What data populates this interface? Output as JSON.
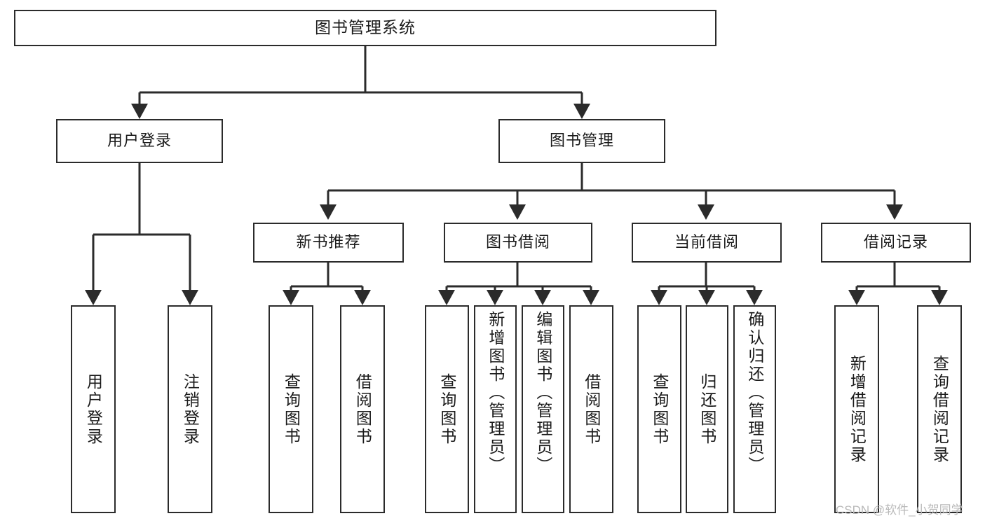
{
  "diagram": {
    "type": "tree",
    "title": "图书管理系统",
    "root": {
      "label": "图书管理系统"
    },
    "level2": [
      {
        "label": "用户登录"
      },
      {
        "label": "图书管理"
      }
    ],
    "level3": [
      {
        "label": "新书推荐",
        "parent": "图书管理"
      },
      {
        "label": "图书借阅",
        "parent": "图书管理"
      },
      {
        "label": "当前借阅",
        "parent": "图书管理"
      },
      {
        "label": "借阅记录",
        "parent": "图书管理"
      }
    ],
    "leaves_user_login": [
      {
        "label": "用户登录"
      },
      {
        "label": "注销登录"
      }
    ],
    "leaves_new_book": [
      {
        "label": "查询图书"
      },
      {
        "label": "借阅图书"
      }
    ],
    "leaves_borrow": [
      {
        "label": "查询图书"
      },
      {
        "label": "新增图书（管理员）"
      },
      {
        "label": "编辑图书（管理员）"
      },
      {
        "label": "借阅图书"
      }
    ],
    "leaves_current": [
      {
        "label": "查询图书"
      },
      {
        "label": "归还图书"
      },
      {
        "label": "确认归还（管理员）"
      }
    ],
    "leaves_records": [
      {
        "label": "新增借阅记录"
      },
      {
        "label": "查询借阅记录"
      }
    ]
  },
  "watermark": {
    "text": "CSDN @软件_小贺同学"
  },
  "colors": {
    "stroke": "#2b2b2b",
    "background": "#ffffff",
    "text": "#1a1a1a",
    "watermark": "#b9b9b9"
  }
}
